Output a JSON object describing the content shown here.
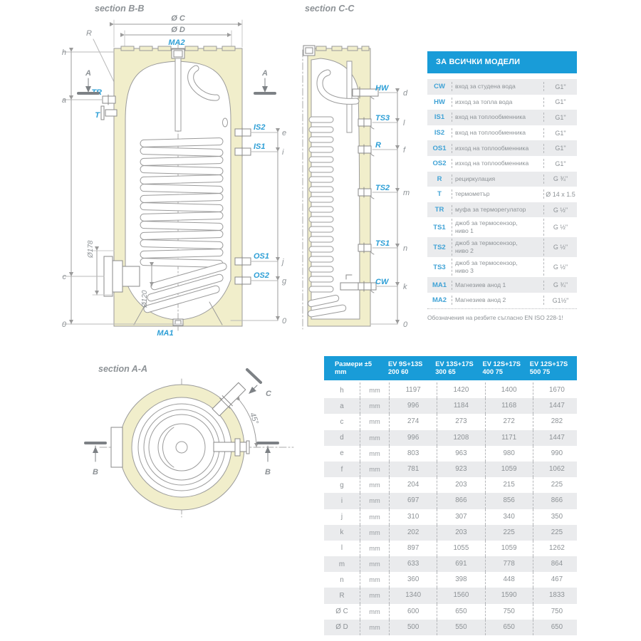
{
  "colors": {
    "accent_blue": "#199cd8",
    "label_blue": "#2e9fd6",
    "text_gray": "#8d9296",
    "stripe_gray": "#eaebed",
    "insulation_beige": "#f1eecb",
    "line_gray": "#9b9b9b"
  },
  "diagram": {
    "bb": {
      "title": "section B-B",
      "dim_oc": "Ø C",
      "dim_od": "Ø D",
      "r": "R",
      "ma2": "MA2",
      "ma1": "MA1",
      "tr": "TR",
      "t": "T",
      "is2": "IS2",
      "is1": "IS1",
      "os1": "OS1",
      "os2": "OS2",
      "d178": "Ø178",
      "d120": "Ø120",
      "cut": "A",
      "h": "h",
      "a": "a",
      "c": "c",
      "zero": "0",
      "e": "e",
      "i": "i",
      "j": "j",
      "g": "g"
    },
    "cc": {
      "title": "section C-C",
      "hw": "HW",
      "ts3": "TS3",
      "r": "R",
      "ts2": "TS2",
      "ts1": "TS1",
      "cw": "CW",
      "d": "d",
      "l": "l",
      "f": "f",
      "m": "m",
      "n": "n",
      "k": "k",
      "zero": "0"
    },
    "aa": {
      "title": "section A-A",
      "b": "B",
      "c": "C",
      "angle": "45°"
    }
  },
  "connections_table": {
    "title": "ЗА ВСИЧКИ МОДЕЛИ",
    "rows": [
      {
        "code": "CW",
        "desc": "вход за студена вода",
        "thread": "G1\""
      },
      {
        "code": "HW",
        "desc": "изход за топла вода",
        "thread": "G1\""
      },
      {
        "code": "IS1",
        "desc": "вход на топлообменника",
        "thread": "G1\""
      },
      {
        "code": "IS2",
        "desc": "вход на топлообменника",
        "thread": "G1\""
      },
      {
        "code": "OS1",
        "desc": "изход на топлообменника",
        "thread": "G1\""
      },
      {
        "code": "OS2",
        "desc": "изход на топлообменника",
        "thread": "G1\""
      },
      {
        "code": "R",
        "desc": "рециркулация",
        "thread": "G ¾\""
      },
      {
        "code": "T",
        "desc": "термометър",
        "thread": "Ø 14 x 1.5"
      },
      {
        "code": "TR",
        "desc": "муфа за терморегулатор",
        "thread": "G ½\""
      },
      {
        "code": "TS1",
        "desc": "джоб за термосензор,",
        "desc2": "ниво 1",
        "thread": "G ½\""
      },
      {
        "code": "TS2",
        "desc": "джоб за термосензор,",
        "desc2": "ниво 2",
        "thread": "G ½\""
      },
      {
        "code": "TS3",
        "desc": "джоб за термосензор,",
        "desc2": "ниво 3",
        "thread": "G ½\""
      },
      {
        "code": "MA1",
        "desc": "Магнезиев анод 1",
        "thread": "G ¾\""
      },
      {
        "code": "MA2",
        "desc": "Магнезиев анод 2",
        "thread": "G1½\""
      }
    ],
    "footnote": "Обозначения на резбите съгласно EN ISO 228-1!"
  },
  "dimensions_table": {
    "corner_title": "Размери ±5",
    "corner_unit": "mm",
    "models": [
      {
        "line1": "EV 9S+13S",
        "line2": "200 60"
      },
      {
        "line1": "EV 13S+17S",
        "line2": "300 65"
      },
      {
        "line1": "EV 12S+17S",
        "line2": "400 75"
      },
      {
        "line1": "EV 12S+17S",
        "line2": "500 75"
      }
    ],
    "rows": [
      {
        "dim": "h",
        "unit": "mm",
        "values": [
          "1197",
          "1420",
          "1400",
          "1670"
        ]
      },
      {
        "dim": "a",
        "unit": "mm",
        "values": [
          "996",
          "1184",
          "1168",
          "1447"
        ]
      },
      {
        "dim": "c",
        "unit": "mm",
        "values": [
          "274",
          "273",
          "272",
          "282"
        ]
      },
      {
        "dim": "d",
        "unit": "mm",
        "values": [
          "996",
          "1208",
          "1171",
          "1447"
        ]
      },
      {
        "dim": "e",
        "unit": "mm",
        "values": [
          "803",
          "963",
          "980",
          "990"
        ]
      },
      {
        "dim": "f",
        "unit": "mm",
        "values": [
          "781",
          "923",
          "1059",
          "1062"
        ]
      },
      {
        "dim": "g",
        "unit": "mm",
        "values": [
          "204",
          "203",
          "215",
          "225"
        ]
      },
      {
        "dim": "i",
        "unit": "mm",
        "values": [
          "697",
          "866",
          "856",
          "866"
        ]
      },
      {
        "dim": "j",
        "unit": "mm",
        "values": [
          "310",
          "307",
          "340",
          "350"
        ]
      },
      {
        "dim": "k",
        "unit": "mm",
        "values": [
          "202",
          "203",
          "225",
          "225"
        ]
      },
      {
        "dim": "l",
        "unit": "mm",
        "values": [
          "897",
          "1055",
          "1059",
          "1262"
        ]
      },
      {
        "dim": "m",
        "unit": "mm",
        "values": [
          "633",
          "691",
          "778",
          "864"
        ]
      },
      {
        "dim": "n",
        "unit": "mm",
        "values": [
          "360",
          "398",
          "448",
          "467"
        ]
      },
      {
        "dim": "R",
        "unit": "mm",
        "values": [
          "1340",
          "1560",
          "1590",
          "1833"
        ]
      },
      {
        "dim": "Ø C",
        "unit": "mm",
        "values": [
          "600",
          "650",
          "750",
          "750"
        ]
      },
      {
        "dim": "Ø D",
        "unit": "mm",
        "values": [
          "500",
          "550",
          "650",
          "650"
        ]
      }
    ]
  }
}
